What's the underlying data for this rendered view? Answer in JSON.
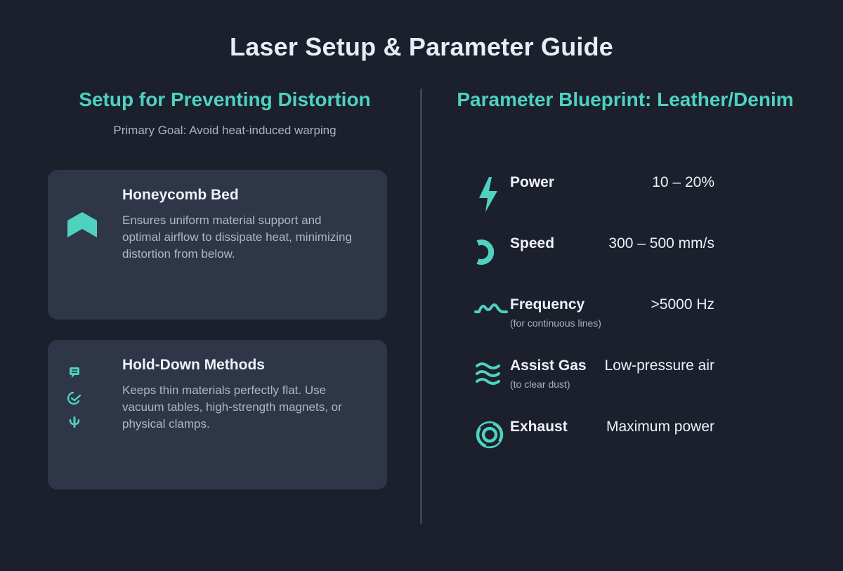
{
  "title": "Laser Setup & Parameter Guide",
  "colors": {
    "background": "#1b202c",
    "card": "#2e3648",
    "accent": "#4fd1c0",
    "divider": "#3a4559",
    "text_primary": "#eef1f7",
    "text_secondary": "#aab3c2"
  },
  "left": {
    "heading": "Setup for Preventing Distortion",
    "subheading": "Primary Goal: Avoid heat-induced warping",
    "cards": [
      {
        "title": "Honeycomb Bed",
        "description": "Ensures uniform material support and optimal airflow to dissipate heat, minimizing distortion from below.",
        "icon": "chevron-up-icon"
      },
      {
        "title": "Hold-Down Methods",
        "description": "Keeps thin materials perfectly flat. Use vacuum tables, high-strength magnets, or physical clamps.",
        "icons": [
          "message-icon",
          "check-circle-icon",
          "clamp-icon"
        ]
      }
    ]
  },
  "right": {
    "heading": "Parameter Blueprint: Leather/Denim",
    "params": [
      {
        "name": "Power",
        "value": "10 – 20%",
        "note": "",
        "icon": "lightning-icon"
      },
      {
        "name": "Speed",
        "value": "300 – 500 mm/s",
        "note": "",
        "icon": "speed-arc-icon"
      },
      {
        "name": "Frequency",
        "value": ">5000 Hz",
        "note": "(for continuous lines)",
        "icon": "wave-icon"
      },
      {
        "name": "Assist Gas",
        "value": "Low-pressure air",
        "note": "(to clear dust)",
        "icon": "air-waves-icon"
      },
      {
        "name": "Exhaust",
        "value": "Maximum power",
        "note": "",
        "icon": "exhaust-ring-icon"
      }
    ]
  }
}
